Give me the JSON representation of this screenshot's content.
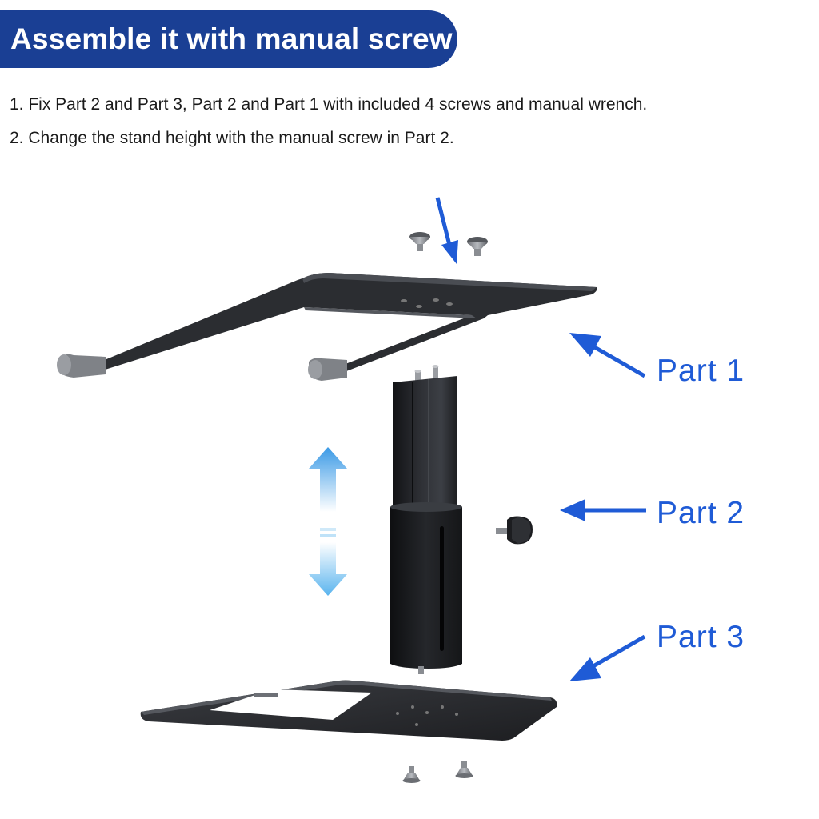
{
  "header": {
    "title": "Assemble it with manual screw"
  },
  "instructions": [
    "1. Fix Part 2 and Part 3, Part 2 and Part 1 with included 4 screws and manual wrench.",
    "2. Change the stand height with the manual screw in Part 2."
  ],
  "parts": [
    {
      "label": "Part  1"
    },
    {
      "label": "Part  2"
    },
    {
      "label": "Part  3"
    }
  ],
  "colors": {
    "banner": "#1a3f94",
    "arrow": "#1f5bd6",
    "height_arrow": "#4aa8ea",
    "metal": "#2a2c30"
  }
}
